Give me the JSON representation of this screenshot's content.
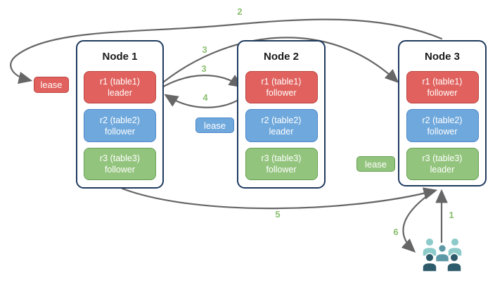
{
  "colors": {
    "red-fill": "#e0615d",
    "red-border": "#bc4541",
    "blue-fill": "#6fa8dc",
    "blue-border": "#4d87c7",
    "green-fill": "#93c47d",
    "green-border": "#66a152",
    "node-border": "#1f3a5f",
    "arrow": "#666666",
    "step-label": "#8abf6e",
    "users-light": "#8ccbca",
    "users-mid": "#5d99a6",
    "users-dark": "#2e5b6b"
  },
  "nodes": [
    {
      "title": "Node 1",
      "replicas": [
        {
          "range": "r1 (table1)",
          "role": "leader"
        },
        {
          "range": "r2 (table2)",
          "role": "follower"
        },
        {
          "range": "r3 (table3)",
          "role": "follower"
        }
      ]
    },
    {
      "title": "Node 2",
      "replicas": [
        {
          "range": "r1 (table1)",
          "role": "follower"
        },
        {
          "range": "r2 (table2)",
          "role": "leader"
        },
        {
          "range": "r3 (table3)",
          "role": "follower"
        }
      ]
    },
    {
      "title": "Node 3",
      "replicas": [
        {
          "range": "r1 (table1)",
          "role": "follower"
        },
        {
          "range": "r2 (table2)",
          "role": "follower"
        },
        {
          "range": "r3 (table3)",
          "role": "leader"
        }
      ]
    }
  ],
  "leases": {
    "red": "lease",
    "blue": "lease",
    "green": "lease"
  },
  "steps": {
    "s1": "1",
    "s2": "2",
    "s3a": "3",
    "s3b": "3",
    "s4": "4",
    "s5": "5",
    "s6": "6"
  }
}
